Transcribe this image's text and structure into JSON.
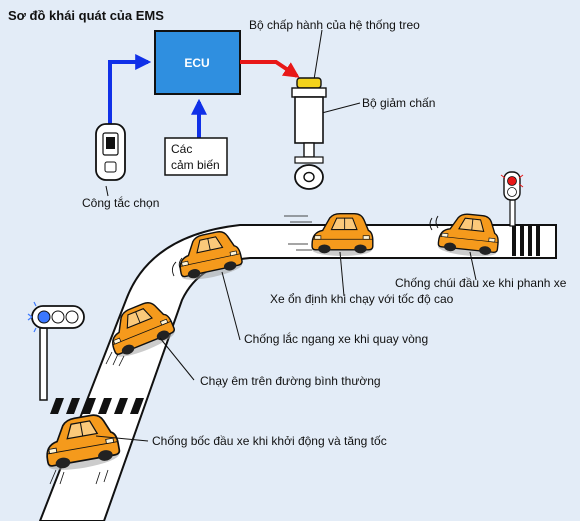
{
  "title": "Sơ đồ khái quát của EMS",
  "ecu_label": "ECU",
  "sensors_label_line1": "Các",
  "sensors_label_line2": "cảm biến",
  "selector_switch_label": "Công tắc chọn",
  "actuator_label": "Bộ chấp hành của hệ thống treo",
  "shock_absorber_label": "Bộ giảm chấn",
  "anti_dive_label": "Chống chúi đầu xe khi phanh xe",
  "high_speed_stability_label": "Xe ổn định khi chạy với tốc độ cao",
  "anti_roll_label": "Chống lắc ngang xe khi quay vòng",
  "normal_ride_label": "Chạy êm trên đường bình thường",
  "anti_squat_label": "Chống bốc đầu xe khi khởi động và tăng tốc",
  "colors": {
    "background": "#e3ecf7",
    "ecu_box": "#2f8fe0",
    "input_arrow": "#1030e8",
    "output_arrow": "#e81818",
    "car_body": "#f59a1c",
    "road": "#ffffff",
    "actuator_cap": "#f2d21c"
  }
}
